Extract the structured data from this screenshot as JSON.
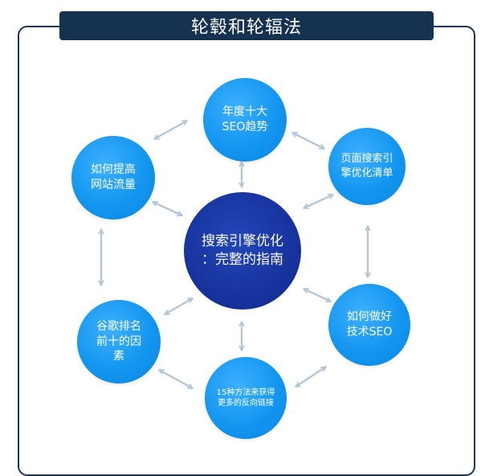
{
  "title": "轮毂和轮辐法",
  "center": {
    "text": "搜索引擎优化\n：完整的指南"
  },
  "nodes": [
    {
      "id": "top",
      "text": "年度十大\nSEO趋势"
    },
    {
      "id": "top-right",
      "text": "页面搜索引\n擎优化清单"
    },
    {
      "id": "bottom-right",
      "text": "如何做好\n技术SEO"
    },
    {
      "id": "bottom",
      "text": "15种方法来获得\n更多的反向链接"
    },
    {
      "id": "bottom-left",
      "text": "谷歌排名\n前十的因\n素"
    },
    {
      "id": "top-left",
      "text": "如何提高\n网站流量"
    }
  ],
  "colors": {
    "frame": "#1c3552",
    "title_bg": "#163251",
    "node_blue": "#1396f0",
    "center_blue": "#17339e",
    "arrow": "#b4c7d4"
  }
}
